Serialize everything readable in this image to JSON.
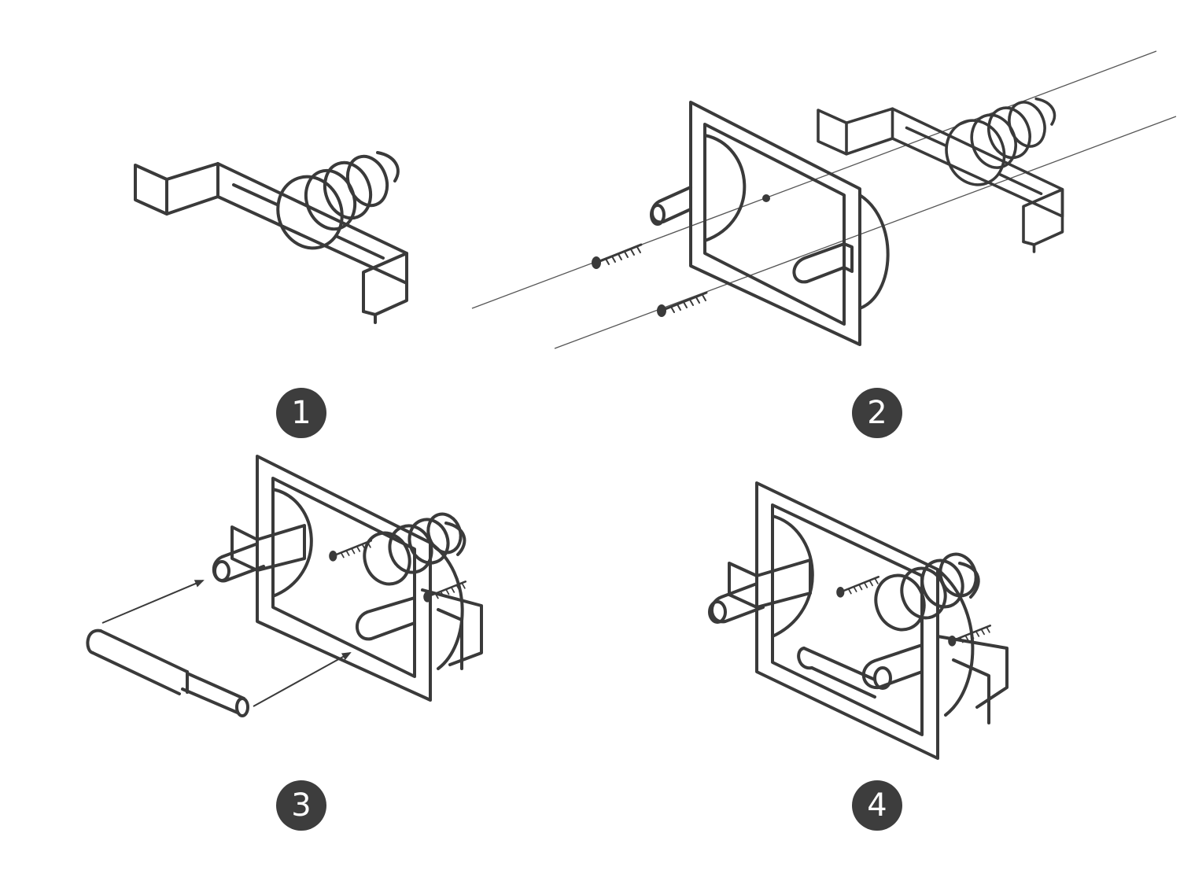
{
  "steps": [
    {
      "number": "1"
    },
    {
      "number": "2"
    },
    {
      "number": "3"
    },
    {
      "number": "4"
    }
  ],
  "colors": {
    "line": "#3a3a3a",
    "badge_background": "#3d3d3d",
    "badge_text": "#ffffff",
    "background": "#ffffff"
  }
}
